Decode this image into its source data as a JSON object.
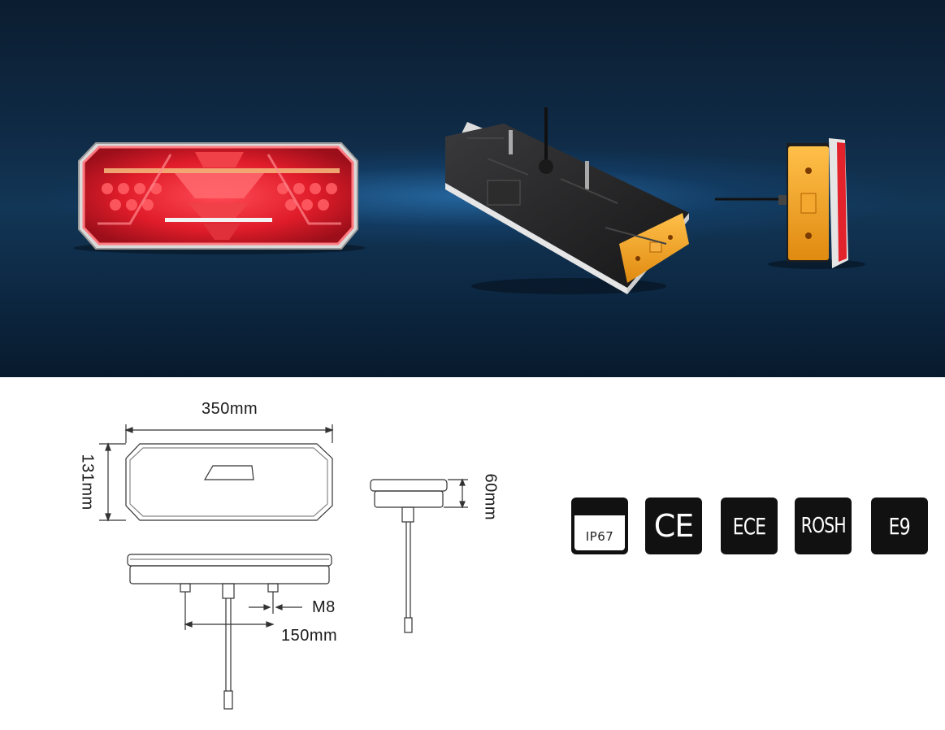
{
  "hero": {
    "views": [
      "front-view",
      "back-view",
      "side-view"
    ]
  },
  "drawing": {
    "width_label": "350mm",
    "height_label": "131mm",
    "depth_label": "60mm",
    "bolt_label": "M8",
    "bolt_spacing_label": "150mm"
  },
  "certifications": [
    {
      "name": "ip67",
      "label": "IP67"
    },
    {
      "name": "ce",
      "label": "CE"
    },
    {
      "name": "ece",
      "label": "ECE"
    },
    {
      "name": "rosh",
      "label": "ROSH"
    },
    {
      "name": "e9",
      "label": "E9"
    }
  ],
  "colors": {
    "background_dark": "#0f2a45",
    "lamp_red": "#e0202a",
    "lamp_amber": "#f0a020",
    "badge": "#111111"
  }
}
